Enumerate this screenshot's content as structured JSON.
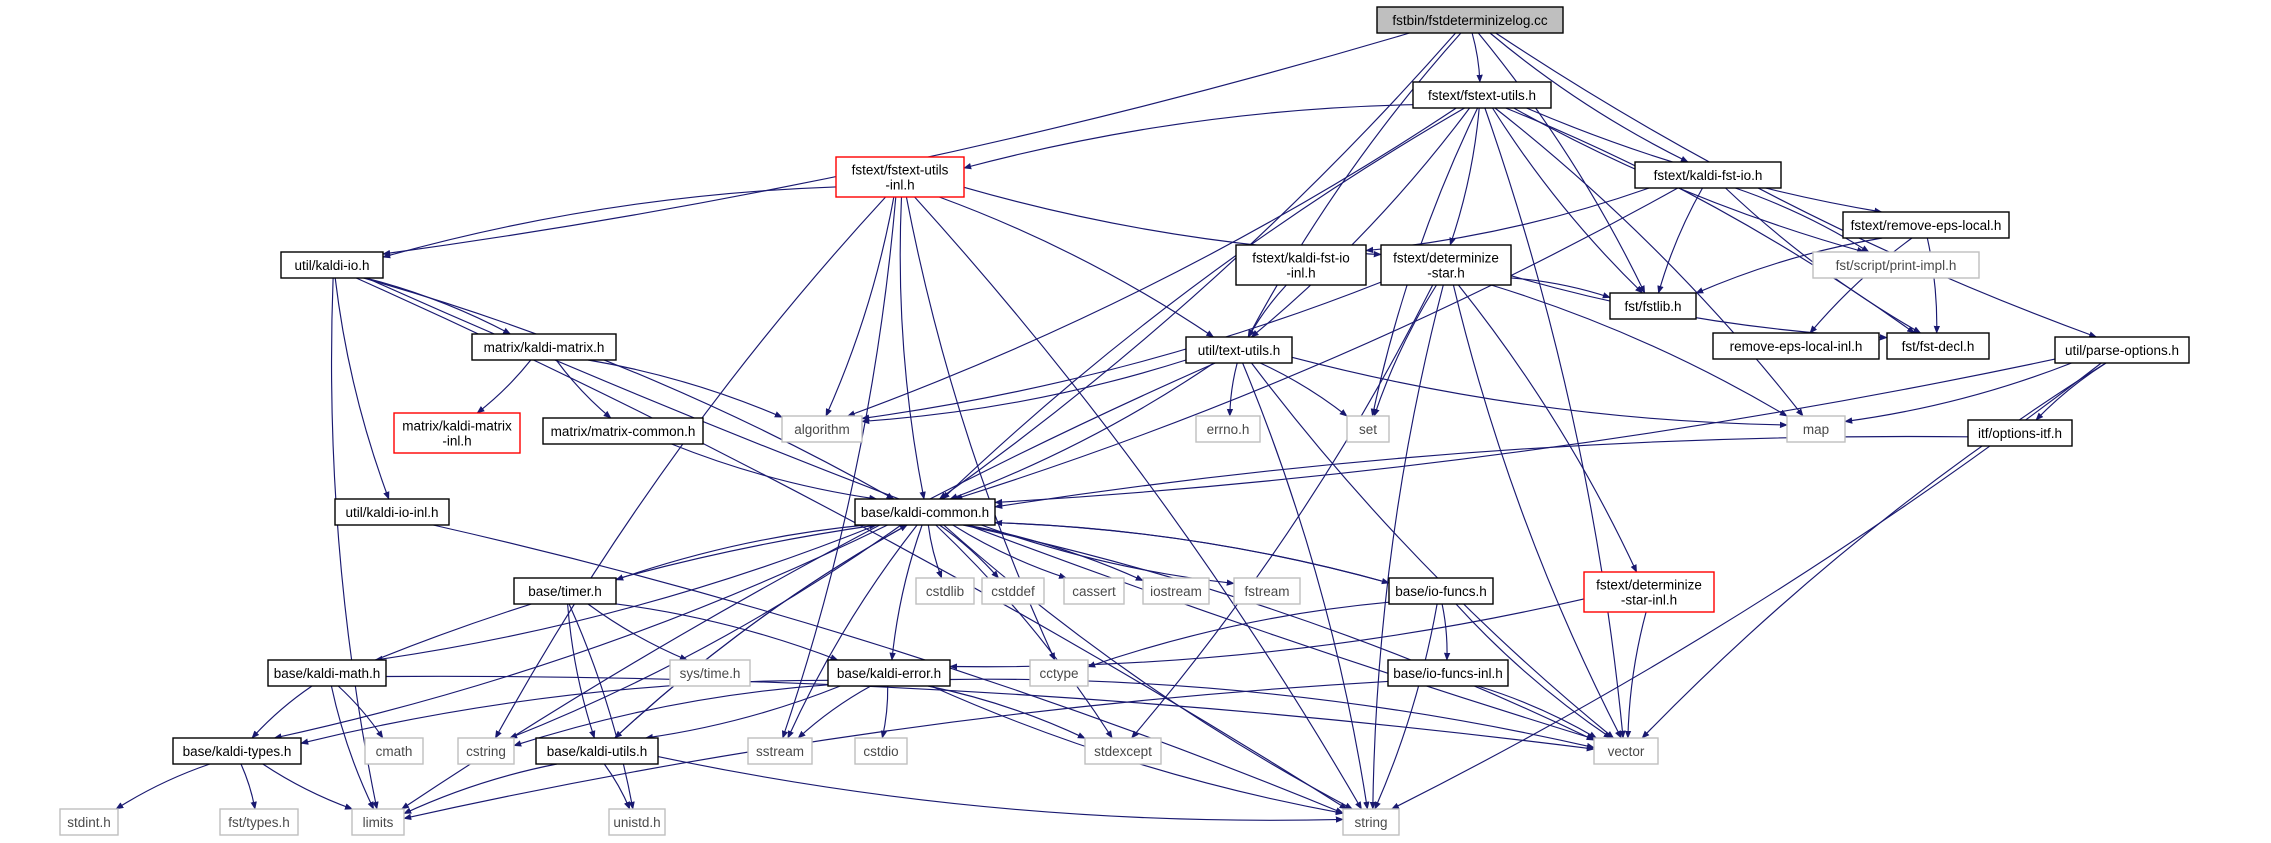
{
  "colors": {
    "edge": "#191970",
    "node_border": "#000000",
    "missing_border": "#bfbfbf",
    "incomplete_border": "#ff0000",
    "root_fill": "#bfbfbf"
  },
  "nodes": {
    "root": {
      "lines": [
        "fstbin/fstdeterminizelog.cc"
      ],
      "kind": "root"
    },
    "fstext_utils": {
      "lines": [
        "fstext/fstext-utils.h"
      ],
      "kind": "normal"
    },
    "fstext_utils_inl": {
      "lines": [
        "fstext/fstext-utils",
        "-inl.h"
      ],
      "kind": "incomplete"
    },
    "kaldi_fst_io": {
      "lines": [
        "fstext/kaldi-fst-io.h"
      ],
      "kind": "normal"
    },
    "util_kaldi_io": {
      "lines": [
        "util/kaldi-io.h"
      ],
      "kind": "normal"
    },
    "kaldi_fst_io_inl": {
      "lines": [
        "fstext/kaldi-fst-io",
        "-inl.h"
      ],
      "kind": "normal"
    },
    "determinize_star": {
      "lines": [
        "fstext/determinize",
        "-star.h"
      ],
      "kind": "normal"
    },
    "print_impl": {
      "lines": [
        "fst/script/print-impl.h"
      ],
      "kind": "missing"
    },
    "remove_eps_local": {
      "lines": [
        "fstext/remove-eps-local.h"
      ],
      "kind": "normal"
    },
    "kaldi_matrix": {
      "lines": [
        "matrix/kaldi-matrix.h"
      ],
      "kind": "normal"
    },
    "text_utils": {
      "lines": [
        "util/text-utils.h"
      ],
      "kind": "normal"
    },
    "fstlib": {
      "lines": [
        "fst/fstlib.h"
      ],
      "kind": "normal"
    },
    "remove_eps_local_inl": {
      "lines": [
        "remove-eps-local-inl.h"
      ],
      "kind": "normal"
    },
    "fst_decl": {
      "lines": [
        "fst/fst-decl.h"
      ],
      "kind": "normal"
    },
    "parse_options": {
      "lines": [
        "util/parse-options.h"
      ],
      "kind": "normal"
    },
    "kaldi_matrix_inl": {
      "lines": [
        "matrix/kaldi-matrix",
        "-inl.h"
      ],
      "kind": "incomplete"
    },
    "matrix_common": {
      "lines": [
        "matrix/matrix-common.h"
      ],
      "kind": "normal"
    },
    "algorithm": {
      "lines": [
        "algorithm"
      ],
      "kind": "missing"
    },
    "errno": {
      "lines": [
        "errno.h"
      ],
      "kind": "missing"
    },
    "set": {
      "lines": [
        "set"
      ],
      "kind": "missing"
    },
    "map": {
      "lines": [
        "map"
      ],
      "kind": "missing"
    },
    "itf_options": {
      "lines": [
        "itf/options-itf.h"
      ],
      "kind": "normal"
    },
    "kaldi_io_inl": {
      "lines": [
        "util/kaldi-io-inl.h"
      ],
      "kind": "normal"
    },
    "kaldi_common": {
      "lines": [
        "base/kaldi-common.h"
      ],
      "kind": "normal"
    },
    "base_timer": {
      "lines": [
        "base/timer.h"
      ],
      "kind": "normal"
    },
    "cstdlib": {
      "lines": [
        "cstdlib"
      ],
      "kind": "missing"
    },
    "cstddef": {
      "lines": [
        "cstddef"
      ],
      "kind": "missing"
    },
    "cassert": {
      "lines": [
        "cassert"
      ],
      "kind": "missing"
    },
    "iostream": {
      "lines": [
        "iostream"
      ],
      "kind": "missing"
    },
    "fstream": {
      "lines": [
        "fstream"
      ],
      "kind": "missing"
    },
    "io_funcs": {
      "lines": [
        "base/io-funcs.h"
      ],
      "kind": "normal"
    },
    "determinize_star_inl": {
      "lines": [
        "fstext/determinize",
        "-star-inl.h"
      ],
      "kind": "incomplete"
    },
    "sys_time": {
      "lines": [
        "sys/time.h"
      ],
      "kind": "missing"
    },
    "kaldi_math": {
      "lines": [
        "base/kaldi-math.h"
      ],
      "kind": "normal"
    },
    "kaldi_error": {
      "lines": [
        "base/kaldi-error.h"
      ],
      "kind": "normal"
    },
    "cctype": {
      "lines": [
        "cctype"
      ],
      "kind": "missing"
    },
    "io_funcs_inl": {
      "lines": [
        "base/io-funcs-inl.h"
      ],
      "kind": "normal"
    },
    "kaldi_types": {
      "lines": [
        "base/kaldi-types.h"
      ],
      "kind": "normal"
    },
    "cmath": {
      "lines": [
        "cmath"
      ],
      "kind": "missing"
    },
    "cstring": {
      "lines": [
        "cstring"
      ],
      "kind": "missing"
    },
    "kaldi_utils": {
      "lines": [
        "base/kaldi-utils.h"
      ],
      "kind": "normal"
    },
    "sstream": {
      "lines": [
        "sstream"
      ],
      "kind": "missing"
    },
    "cstdio": {
      "lines": [
        "cstdio"
      ],
      "kind": "missing"
    },
    "stdexcept": {
      "lines": [
        "stdexcept"
      ],
      "kind": "missing"
    },
    "vector": {
      "lines": [
        "vector"
      ],
      "kind": "missing"
    },
    "stdint": {
      "lines": [
        "stdint.h"
      ],
      "kind": "missing"
    },
    "fst_types": {
      "lines": [
        "fst/types.h"
      ],
      "kind": "missing"
    },
    "limits": {
      "lines": [
        "limits"
      ],
      "kind": "missing"
    },
    "unistd": {
      "lines": [
        "unistd.h"
      ],
      "kind": "missing"
    },
    "string": {
      "lines": [
        "string"
      ],
      "kind": "missing"
    }
  },
  "edges": [
    [
      "root",
      "fstext_utils"
    ],
    [
      "root",
      "kaldi_fst_io"
    ],
    [
      "root",
      "util_kaldi_io"
    ],
    [
      "root",
      "text_utils"
    ],
    [
      "root",
      "fstlib"
    ],
    [
      "root",
      "parse_options"
    ],
    [
      "root",
      "kaldi_common"
    ],
    [
      "fstext_utils",
      "fstext_utils_inl"
    ],
    [
      "fstext_utils",
      "determinize_star"
    ],
    [
      "fstext_utils",
      "remove_eps_local"
    ],
    [
      "fstext_utils",
      "text_utils"
    ],
    [
      "fstext_utils",
      "fstlib"
    ],
    [
      "fstext_utils",
      "fst_decl"
    ],
    [
      "fstext_utils",
      "print_impl"
    ],
    [
      "fstext_utils",
      "algorithm"
    ],
    [
      "fstext_utils",
      "set"
    ],
    [
      "fstext_utils",
      "map"
    ],
    [
      "fstext_utils",
      "kaldi_common"
    ],
    [
      "fstext_utils",
      "vector"
    ],
    [
      "fstext_utils_inl",
      "util_kaldi_io"
    ],
    [
      "fstext_utils_inl",
      "text_utils"
    ],
    [
      "fstext_utils_inl",
      "determinize_star"
    ],
    [
      "fstext_utils_inl",
      "algorithm"
    ],
    [
      "fstext_utils_inl",
      "kaldi_common"
    ],
    [
      "fstext_utils_inl",
      "sstream"
    ],
    [
      "fstext_utils_inl",
      "cstring"
    ],
    [
      "fstext_utils_inl",
      "string"
    ],
    [
      "fstext_utils_inl",
      "cctype"
    ],
    [
      "kaldi_fst_io",
      "kaldi_fst_io_inl"
    ],
    [
      "kaldi_fst_io",
      "fstlib"
    ],
    [
      "kaldi_fst_io",
      "print_impl"
    ],
    [
      "kaldi_fst_io",
      "fst_decl"
    ],
    [
      "kaldi_fst_io",
      "kaldi_common"
    ],
    [
      "kaldi_fst_io_inl",
      "text_utils"
    ],
    [
      "util_kaldi_io",
      "kaldi_matrix"
    ],
    [
      "util_kaldi_io",
      "kaldi_io_inl"
    ],
    [
      "util_kaldi_io",
      "kaldi_common"
    ],
    [
      "util_kaldi_io",
      "limits"
    ],
    [
      "util_kaldi_io",
      "string"
    ],
    [
      "util_kaldi_io",
      "vector"
    ],
    [
      "determinize_star",
      "fstlib"
    ],
    [
      "determinize_star",
      "fst_decl"
    ],
    [
      "determinize_star",
      "algorithm"
    ],
    [
      "determinize_star",
      "set"
    ],
    [
      "determinize_star",
      "map"
    ],
    [
      "determinize_star",
      "string"
    ],
    [
      "determinize_star",
      "stdexcept"
    ],
    [
      "determinize_star",
      "vector"
    ],
    [
      "determinize_star",
      "determinize_star_inl"
    ],
    [
      "remove_eps_local",
      "fstlib"
    ],
    [
      "remove_eps_local",
      "fst_decl"
    ],
    [
      "remove_eps_local",
      "remove_eps_local_inl"
    ],
    [
      "kaldi_matrix",
      "kaldi_matrix_inl"
    ],
    [
      "kaldi_matrix",
      "matrix_common"
    ],
    [
      "kaldi_matrix",
      "algorithm"
    ],
    [
      "matrix_common",
      "kaldi_common"
    ],
    [
      "text_utils",
      "algorithm"
    ],
    [
      "text_utils",
      "errno"
    ],
    [
      "text_utils",
      "set"
    ],
    [
      "text_utils",
      "map"
    ],
    [
      "text_utils",
      "kaldi_common"
    ],
    [
      "text_utils",
      "limits"
    ],
    [
      "text_utils",
      "string"
    ],
    [
      "text_utils",
      "vector"
    ],
    [
      "parse_options",
      "map"
    ],
    [
      "parse_options",
      "itf_options"
    ],
    [
      "parse_options",
      "kaldi_common"
    ],
    [
      "parse_options",
      "vector"
    ],
    [
      "parse_options",
      "string"
    ],
    [
      "itf_options",
      "kaldi_common"
    ],
    [
      "kaldi_io_inl",
      "string"
    ],
    [
      "kaldi_common",
      "cstdlib"
    ],
    [
      "kaldi_common",
      "cstddef"
    ],
    [
      "kaldi_common",
      "cassert"
    ],
    [
      "kaldi_common",
      "iostream"
    ],
    [
      "kaldi_common",
      "fstream"
    ],
    [
      "kaldi_common",
      "io_funcs"
    ],
    [
      "kaldi_common",
      "base_timer"
    ],
    [
      "kaldi_common",
      "kaldi_math"
    ],
    [
      "kaldi_common",
      "kaldi_error"
    ],
    [
      "kaldi_common",
      "kaldi_types"
    ],
    [
      "kaldi_common",
      "kaldi_utils"
    ],
    [
      "kaldi_common",
      "cstring"
    ],
    [
      "kaldi_common",
      "sstream"
    ],
    [
      "kaldi_common",
      "stdexcept"
    ],
    [
      "kaldi_common",
      "string"
    ],
    [
      "kaldi_common",
      "vector"
    ],
    [
      "base_timer",
      "kaldi_utils"
    ],
    [
      "base_timer",
      "kaldi_error"
    ],
    [
      "base_timer",
      "sys_time"
    ],
    [
      "base_timer",
      "unistd"
    ],
    [
      "io_funcs",
      "kaldi_common"
    ],
    [
      "io_funcs",
      "io_funcs_inl"
    ],
    [
      "io_funcs",
      "cctype"
    ],
    [
      "io_funcs",
      "string"
    ],
    [
      "io_funcs",
      "vector"
    ],
    [
      "determinize_star_inl",
      "kaldi_error"
    ],
    [
      "determinize_star_inl",
      "vector"
    ],
    [
      "kaldi_math",
      "kaldi_common"
    ],
    [
      "kaldi_math",
      "kaldi_types"
    ],
    [
      "kaldi_math",
      "cmath"
    ],
    [
      "kaldi_math",
      "limits"
    ],
    [
      "kaldi_math",
      "vector"
    ],
    [
      "kaldi_error",
      "kaldi_types"
    ],
    [
      "kaldi_error",
      "kaldi_utils"
    ],
    [
      "kaldi_error",
      "cstring"
    ],
    [
      "kaldi_error",
      "cstdio"
    ],
    [
      "kaldi_error",
      "sstream"
    ],
    [
      "kaldi_error",
      "stdexcept"
    ],
    [
      "kaldi_error",
      "string"
    ],
    [
      "kaldi_error",
      "vector"
    ],
    [
      "io_funcs_inl",
      "limits"
    ],
    [
      "io_funcs_inl",
      "vector"
    ],
    [
      "kaldi_types",
      "stdint"
    ],
    [
      "kaldi_types",
      "fst_types"
    ],
    [
      "kaldi_types",
      "limits"
    ],
    [
      "kaldi_utils",
      "kaldi_common"
    ],
    [
      "kaldi_utils",
      "limits"
    ],
    [
      "kaldi_utils",
      "unistd"
    ],
    [
      "kaldi_utils",
      "string"
    ]
  ]
}
